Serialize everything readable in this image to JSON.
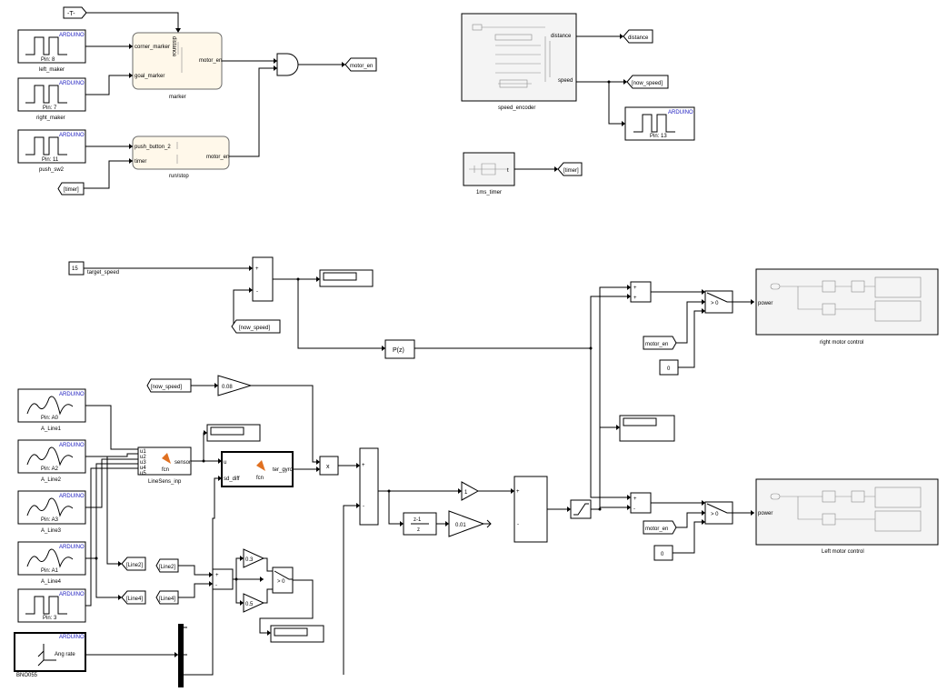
{
  "blocks": {
    "from_T": "-T-",
    "left_maker": {
      "name": "left_maker",
      "pin": "Pin: 8",
      "board": "ARDUINO"
    },
    "right_maker": {
      "name": "right_maker",
      "pin": "Pin: 7",
      "board": "ARDUINO"
    },
    "push_sw2": {
      "name": "push_sw2",
      "pin": "Pin: 11",
      "board": "ARDUINO"
    },
    "timer_from": "[timer]",
    "marker": {
      "name": "marker",
      "in1": "corner_marker",
      "in2": "goal_marker",
      "out": "motor_en",
      "side": "distance"
    },
    "runstop": {
      "name": "run/stop",
      "in1": "push_button_2",
      "in2": "timer",
      "out": "motor_en"
    },
    "goto_motor_en": "motor_en",
    "speed_encoder": {
      "name": "speed_encoder",
      "out1": "distance",
      "out2": "speed"
    },
    "goto_distance": "distance",
    "goto_now_speed": "[now_speed]",
    "pin13": {
      "pin": "Pin: 13",
      "board": "ARDUINO"
    },
    "timer_1ms": {
      "name": "1ms_timer",
      "out": "t"
    },
    "goto_timer": "[timer]",
    "target_speed": {
      "value": "15",
      "name": "target_speed"
    },
    "from_now_speed_top": "[now_speed]",
    "pid": "P(z)",
    "from_now_speed": "[now_speed]",
    "gain_008": "0.08",
    "a_line1": {
      "name": "A_Line1",
      "pin": "Pin: A0",
      "board": "ARDUINO"
    },
    "a_line2": {
      "name": "A_Line2",
      "pin": "Pin: A2",
      "board": "ARDUINO"
    },
    "a_line3": {
      "name": "A_Line3",
      "pin": "Pin: A3",
      "board": "ARDUINO"
    },
    "a_line4": {
      "name": "A_Line4",
      "pin": "Pin: A1",
      "board": "ARDUINO"
    },
    "pin3": {
      "pin": "Pin: 3",
      "board": "ARDUINO"
    },
    "bno": {
      "name": "BNO055",
      "out": "Ang rate",
      "board": "ARDUINO"
    },
    "linesens": {
      "name": "LineSens_inp",
      "fcn": "fcn",
      "out": "sensor",
      "inputs": [
        "u1",
        "u2",
        "u3",
        "u4",
        "u5"
      ]
    },
    "filter": {
      "fcn": "fcn",
      "in1": "u",
      "in2": "sd_diff",
      "out": "ter_gyro"
    },
    "product": "x",
    "const_1": "1",
    "delay": {
      "num": "z-1",
      "den": "z"
    },
    "gain_001": "0.01",
    "goto_line2": "[Line2]",
    "goto_line4": "[Line4]",
    "from_line2": "[Line2]",
    "from_line4": "[Line4]",
    "gain_03": "0.3",
    "gain_05": "0.5",
    "switch_label": "> 0",
    "from_motor_en_r": "motor_en",
    "from_motor_en_l": "motor_en",
    "const_0_r": "0",
    "const_0_l": "0",
    "right_motor": {
      "name": "right motor control",
      "in": "power"
    },
    "left_motor": {
      "name": "Left motor control",
      "in": "power"
    },
    "signs": {
      "plus": "+",
      "minus": "-"
    }
  }
}
